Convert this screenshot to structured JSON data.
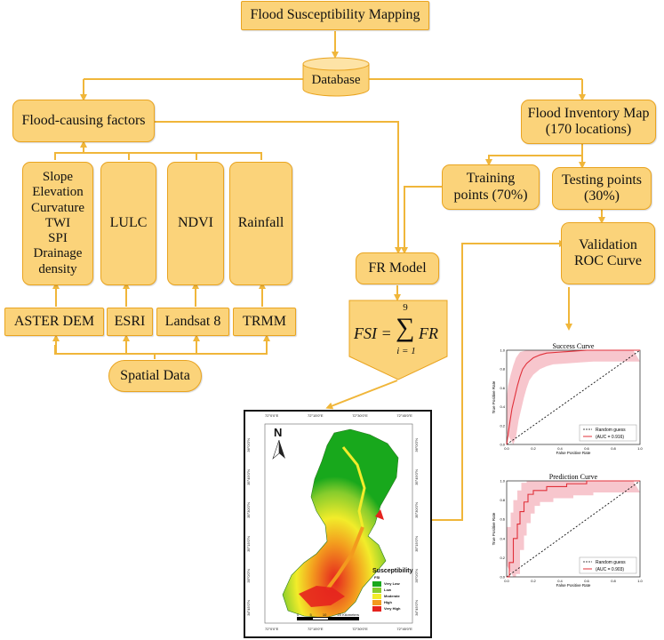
{
  "title": "Flood Susceptibility Mapping",
  "database": "Database",
  "factors": "Flood-causing factors",
  "inventory": "Flood Inventory Map\n(170 locations)",
  "training": "Training\npoints (70%)",
  "testing": "Testing points\n(30%)",
  "validation": "Validation\nROC Curve",
  "fr_model": "FR Model",
  "formula": {
    "lhs": "FSI =",
    "sum_top": "9",
    "sum_bottom": "i = 1",
    "term": "FR"
  },
  "factor_groups": [
    "Slope\nElevation\nCurvature\nTWI\nSPI\nDrainage\ndensity",
    "LULC",
    "NDVI",
    "Rainfall"
  ],
  "sources": [
    "ASTER DEM",
    "ESRI",
    "Landsat 8",
    "TRMM"
  ],
  "spatial": "Spatial Data",
  "colors": {
    "box_fill": "#fbd37a",
    "box_border": "#e9a420",
    "arrow": "#f0b63a",
    "roc_line": "#e0303a",
    "roc_band": "#f5b8c0"
  },
  "map": {
    "north": "N",
    "top_ticks": [
      "72°0'0\"E",
      "72°15'0\"E",
      "72°30'0\"E",
      "72°45'0\"E"
    ],
    "bottom_ticks": [
      "72°0'0\"E",
      "72°15'0\"E",
      "72°30'0\"E",
      "72°45'0\"E"
    ],
    "left_ticks": [
      "36°0'0\"N",
      "35°45'0\"N",
      "35°30'0\"N",
      "35°15'0\"N",
      "35°0'0\"N",
      "34°45'0\"N"
    ],
    "right_ticks": [
      "36°0'0\"N",
      "35°45'0\"N",
      "35°30'0\"N",
      "35°15'0\"N",
      "35°0'0\"N",
      "34°45'0\"N"
    ],
    "legend_title": "Susceptibility",
    "legend_subtitle": "FSI",
    "legend_items": [
      {
        "label": "Very Low",
        "color": "#18a81c"
      },
      {
        "label": "Low",
        "color": "#86cc2c"
      },
      {
        "label": "Moderate",
        "color": "#f2ec2a"
      },
      {
        "label": "High",
        "color": "#f39a1e"
      },
      {
        "label": "Very High",
        "color": "#e5231e"
      }
    ],
    "scale_ticks": [
      "0",
      "5",
      "10",
      "20 Kilometers"
    ]
  },
  "chart_data": [
    {
      "type": "line",
      "title": "Success Curve",
      "xlabel": "False Positive Rate",
      "ylabel": "True Positive Rate",
      "xlim": [
        0,
        1
      ],
      "ylim": [
        0,
        1
      ],
      "xticks": [
        "0.0",
        "0.2",
        "0.4",
        "0.6",
        "0.8",
        "1.0"
      ],
      "yticks": [
        "0.0",
        "0.2",
        "0.4",
        "0.6",
        "0.8",
        "1.0"
      ],
      "legend": [
        "Random guess",
        "(AUC = 0.916)"
      ],
      "legend_position": "lower-right",
      "series": [
        {
          "name": "Random guess",
          "x": [
            0,
            1
          ],
          "y": [
            0,
            1
          ]
        },
        {
          "name": "(AUC = 0.916)",
          "x": [
            0,
            0.02,
            0.04,
            0.06,
            0.08,
            0.1,
            0.12,
            0.15,
            0.2,
            0.25,
            0.3,
            0.4,
            0.5,
            0.6,
            0.8,
            1.0
          ],
          "y": [
            0,
            0.2,
            0.38,
            0.5,
            0.62,
            0.72,
            0.8,
            0.86,
            0.92,
            0.95,
            0.97,
            0.98,
            0.99,
            1.0,
            1.0,
            1.0
          ]
        }
      ]
    },
    {
      "type": "line",
      "title": "Prediction Curve",
      "xlabel": "False Positive Rate",
      "ylabel": "True Positive Rate",
      "xlim": [
        0,
        1
      ],
      "ylim": [
        0,
        1
      ],
      "xticks": [
        "0.0",
        "0.2",
        "0.4",
        "0.6",
        "0.8",
        "1.0"
      ],
      "yticks": [
        "0.0",
        "0.2",
        "0.4",
        "0.6",
        "0.8",
        "1.0"
      ],
      "legend": [
        "Random guess",
        "(AUC = 0.903)"
      ],
      "legend_position": "lower-right",
      "series": [
        {
          "name": "Random guess",
          "x": [
            0,
            1
          ],
          "y": [
            0,
            1
          ]
        },
        {
          "name": "(AUC = 0.903)",
          "x": [
            0,
            0.02,
            0.02,
            0.05,
            0.05,
            0.08,
            0.08,
            0.1,
            0.1,
            0.13,
            0.13,
            0.16,
            0.16,
            0.2,
            0.2,
            0.3,
            0.3,
            0.45,
            0.45,
            0.6,
            0.6,
            1.0
          ],
          "y": [
            0,
            0,
            0.15,
            0.15,
            0.4,
            0.4,
            0.55,
            0.55,
            0.68,
            0.68,
            0.78,
            0.78,
            0.86,
            0.86,
            0.9,
            0.9,
            0.94,
            0.94,
            0.97,
            0.97,
            1.0,
            1.0
          ]
        }
      ]
    }
  ]
}
